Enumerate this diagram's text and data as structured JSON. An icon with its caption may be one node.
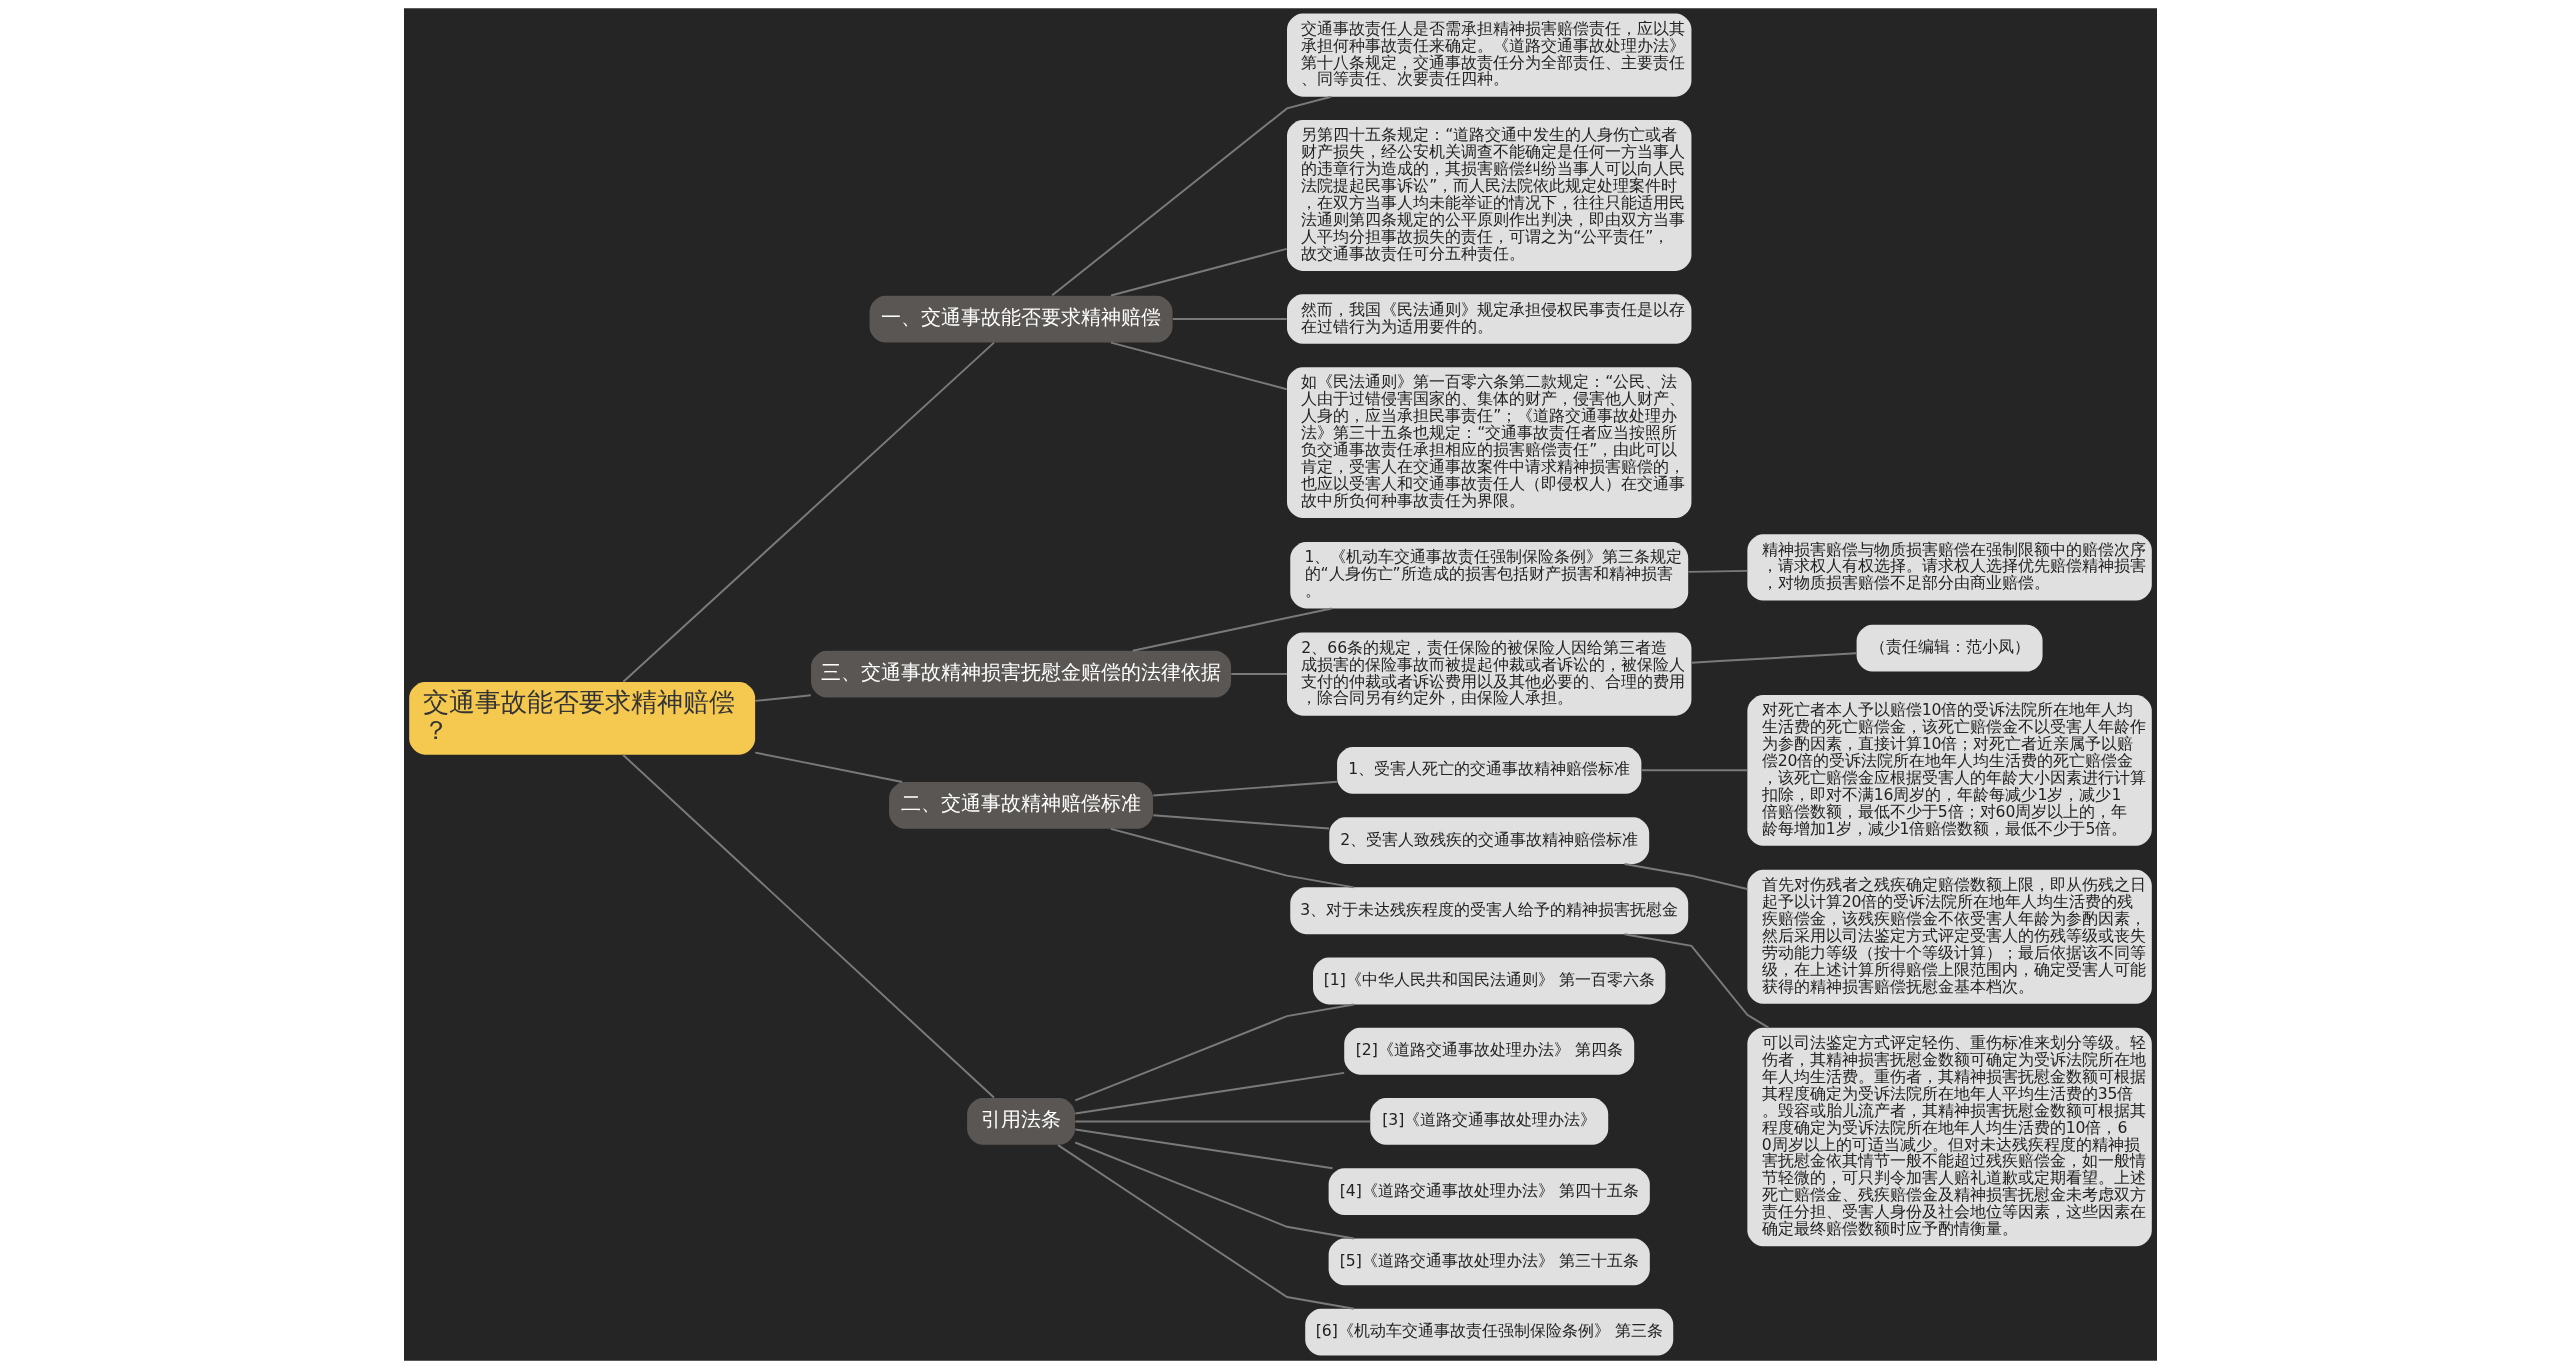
{
  "diagram": {
    "nodes": [
      {
        "text": [
          "交通事故能否要求精神赔偿？"
        ]
      },
      {
        "text": [
          "一、交通事故能否要求精神赔偿"
        ]
      },
      {
        "text": [
          "交通事故责任人是否需承担精神损害赔偿责任，应以其承担何种事故责任来确定。《道路交通事故处理办法》第十八条规定，交通事故责任分为全部责任、主要责任、同等责任、次要责任四种。"
        ]
      },
      {
        "text": [
          "另第四十五条规定：“道路交通中发生的人身伤亡或者财产损失，经公安机关调查不能确定是任何一方当事人的违章行为造成的，其损害赔偿纠纷当事人可以向人民法院提起民事诉讼”，而人民法院依此规定处理案件时，在双方当事人均未能举证的情况下，往往只能适用民法通则第四条规定的公平原则作出判决，即由双方当事人平均分担事故损失的责任，可谓之为“公平责任”，故交通事故责任可分五种责任。"
        ]
      },
      {
        "text": [
          "然而，我国《民法通则》规定承担侵权民事责任是以存在过错行为为适用要件的。"
        ]
      },
      {
        "text": [
          "如《民法通则》第一百零六条第二款规定：“公民、法人由于过错侵害国家的、集体的财产，侵害他人财产、人身的，应当承担民事责任”；《道路交通事故处理办法》第三十五条也规定：“交通事故责任者应当按照所负交通事故责任承担相应的损害赔偿责任”，由此可以肯定，受害人在交通事故案件中请求精神损害赔偿的，也应以受害人和交通事故责任人（即侵权人）在交通事故中所负何种事故责任为界限。"
        ]
      },
      {
        "text": [
          "三、交通事故精神损害抚慰金赔偿的法律依据"
        ]
      },
      {
        "text": [
          "1、《机动车交通事故责任强制保险条例》第三条规定的“人身伤亡”所造成的损害包括财产损害和精神损害。"
        ]
      },
      {
        "text": [
          "精神损害赔偿与物质损害赔偿在强制限额中的赔偿次序，请求权人有权选择。请求权人选择优先赔偿精神损害，对物质损害赔偿不足部分由商业赔偿。"
        ]
      },
      {
        "text": [
          "2、66条的规定，责任保险的被保险人因给第三者造成损害的保险事故而被提起仲裁或者诉讼的，被保险人支付的仲裁或者诉讼费用以及其他必要的、合理的费用，除合同另有约定外，由保险人承担。"
        ]
      },
      {
        "text": [
          "（责任编辑：范小凤）"
        ]
      },
      {
        "text": [
          "二、交通事故精神赔偿标准"
        ]
      },
      {
        "text": [
          "1、受害人死亡的交通事故精神赔偿标准"
        ]
      },
      {
        "text": [
          "对死亡者本人予以赔偿10倍的受诉法院所在地年人均生活费的死亡赔偿金，该死亡赔偿金不以受害人年龄作为参酌因素，直接计算10倍；对死亡者近亲属予以赔偿20倍的受诉法院所在地年人均生活费的死亡赔偿金，该死亡赔偿金应根据受害人的年龄大小因素进行计算扣除，即对不满16周岁的，年龄每减少1岁，减少1倍赔偿数额，最低不少于5倍；对60周岁以上的，年龄每增加1岁，减少1倍赔偿数额，最低不少于5倍。"
        ]
      },
      {
        "text": [
          "2、受害人致残疾的交通事故精神赔偿标准"
        ]
      },
      {
        "text": [
          "首先对伤残者之残疾确定赔偿数额上限，即从伤残之日起予以计算20倍的受诉法院所在地年人均生活费的残疾赔偿金，该残疾赔偿金不依受害人年龄为参酌因素，然后采用以司法鉴定方式评定受害人的伤残等级或丧失劳动能力等级（按十个等级计算）；最后依据该不同等级，在上述计算所得赔偿上限范围内，确定受害人可能获得的精神损害赔偿抚慰金基本档次。"
        ]
      },
      {
        "text": [
          "3、对于未达残疾程度的受害人给予的精神损害抚慰金"
        ]
      },
      {
        "text": [
          "可以司法鉴定方式评定轻伤、重伤标准来划分等级。轻伤者，其精神损害抚慰金数额可确定为受诉法院所在地年人均生活费。重伤者，其精神损害抚慰金数额可根据其程度确定为受诉法院所在地年人平均生活费的35倍。毁容或胎儿流产者，其精神损害抚慰金数额可根据其程度确定为受诉法院所在地年人均生活费的10倍，60周岁以上的可适当减少。但对未达残疾程度的精神损害抚慰金依其情节一般不能超过残疾赔偿金，如一般情节轻微的，可只判令加害人赔礼道歉或定期看望。上述死亡赔偿金、残疾赔偿金及精神损害抚慰金未考虑双方责任分担、受害人身份及社会地位等因素，这些因素在确定最终赔偿数额时应予酌情衡量。"
        ]
      },
      {
        "text": [
          "引用法条"
        ]
      },
      {
        "text": [
          "[1]《中华人民共和国民法通则》 第一百零六条"
        ]
      },
      {
        "text": [
          "[2]《道路交通事故处理办法》 第四条"
        ]
      },
      {
        "text": [
          "[3]《道路交通事故处理办法》"
        ]
      },
      {
        "text": [
          "[4]《道路交通事故处理办法》 第四十五条"
        ]
      },
      {
        "text": [
          "[5]《道路交通事故处理办法》 第三十五条"
        ]
      },
      {
        "text": [
          "[6]《机动车交通事故责任强制保险条例》 第三条"
        ]
      }
    ],
    "edges": [
      {
        "from": 0,
        "to": 1,
        "arrow": "none"
      },
      {
        "from": 1,
        "to": 2,
        "arrow": "none"
      },
      {
        "from": 1,
        "to": 3,
        "arrow": "none"
      },
      {
        "from": 1,
        "to": 4,
        "arrow": "none"
      },
      {
        "from": 1,
        "to": 5,
        "arrow": "none"
      },
      {
        "from": 0,
        "to": 6,
        "arrow": "none"
      },
      {
        "from": 6,
        "to": 7,
        "arrow": "none"
      },
      {
        "from": 7,
        "to": 8,
        "arrow": "none"
      },
      {
        "from": 6,
        "to": 9,
        "arrow": "none"
      },
      {
        "from": 9,
        "to": 10,
        "arrow": "none"
      },
      {
        "from": 0,
        "to": 11,
        "arrow": "none"
      },
      {
        "from": 11,
        "to": 12,
        "arrow": "none"
      },
      {
        "from": 12,
        "to": 13,
        "arrow": "none"
      },
      {
        "from": 11,
        "to": 14,
        "arrow": "none"
      },
      {
        "from": 14,
        "to": 15,
        "arrow": "none"
      },
      {
        "from": 11,
        "to": 16,
        "arrow": "none"
      },
      {
        "from": 16,
        "to": 17,
        "arrow": "none"
      },
      {
        "from": 0,
        "to": 18,
        "arrow": "none"
      },
      {
        "from": 18,
        "to": 19,
        "arrow": "none"
      },
      {
        "from": 18,
        "to": 20,
        "arrow": "none"
      },
      {
        "from": 18,
        "to": 21,
        "arrow": "none"
      },
      {
        "from": 18,
        "to": 22,
        "arrow": "none"
      },
      {
        "from": 18,
        "to": 23,
        "arrow": "none"
      },
      {
        "from": 18,
        "to": 24,
        "arrow": "none"
      }
    ]
  }
}
